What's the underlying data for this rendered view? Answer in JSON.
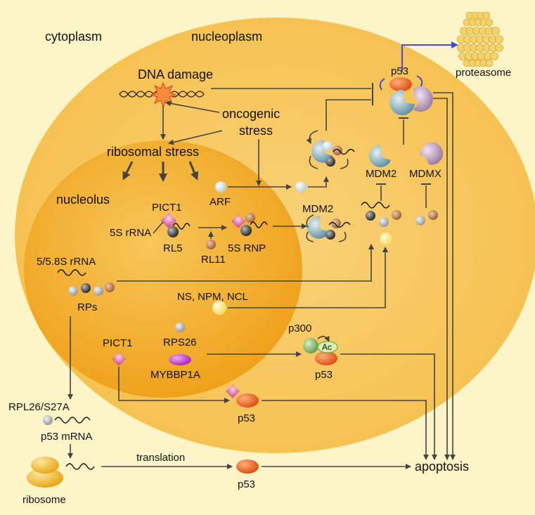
{
  "compartments": {
    "cytoplasm": "cytoplasm",
    "nucleoplasm": "nucleoplasm",
    "nucleolus": "nucleolus"
  },
  "labels": {
    "dna_damage": "DNA damage",
    "oncogenic_1": "oncogenic",
    "oncogenic_2": "stress",
    "ribosomal_stress": "ribosomal stress",
    "proteasome": "proteasome",
    "p53_top": "p53",
    "arf": "ARF",
    "pict1_a": "PICT1",
    "rrna_5s": "5S rRNA",
    "rl5": "RL5",
    "rl11": "RL11",
    "rnp_5s": "5S RNP",
    "mdm2_mid": "MDM2",
    "mdm2_right": "MDM2",
    "mdmx": "MDMX",
    "rrna_58s": "5/5.8S rRNA",
    "rps": "RPs",
    "ns_npm_ncl": "NS, NPM, NCL",
    "pict1_b": "PICT1",
    "rps26": "RPS26",
    "mybbp1a": "MYBBP1A",
    "p300": "p300",
    "ac": "Ac",
    "p53_ac": "p53",
    "p53_pict": "p53",
    "rpl26": "RPL26/S27A",
    "p53_mrna": "p53 mRNA",
    "translation": "translation",
    "ribosome": "ribosome",
    "p53_bottom": "p53",
    "apoptosis": "apoptosis"
  },
  "colors": {
    "cytoplasm_bg": "#fdf4c8",
    "nucleoplasm": "#f7c55a",
    "nucleolus": "#f2a821",
    "p53": "#e8602a",
    "mdm2": "#7fa8b8",
    "mdmx": "#b79ab8",
    "proteasome_link": "#4a4ad8",
    "pict1": "#e87ab0",
    "mybbp1a": "#c43ad0",
    "p300": "#7fb86a",
    "ribosome": "#f2b93a"
  }
}
